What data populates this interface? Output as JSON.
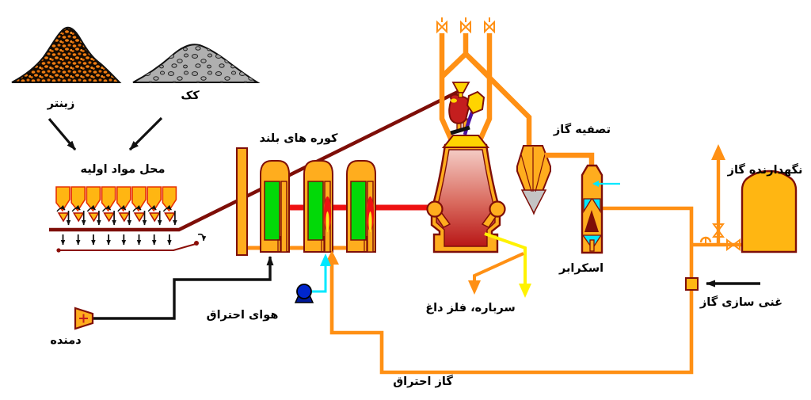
{
  "labels": {
    "sinter": "زینتر",
    "coke": "کک",
    "raw_materials": "محل مواد اولیه",
    "blast_furnaces": "کوره های بلند",
    "gas_purification": "تصفیه گاز",
    "gas_holder": "نگهدارنده گاز",
    "scrubber": "اسکرابر",
    "combustion_air": "هوای احتراق",
    "blower": "دمنده",
    "slag_hot_metal": "سرباره، فلز داغ",
    "gas_enrichment": "غنی سازی گاز",
    "combustion_gas": "گاز احتراق"
  },
  "colors": {
    "pipe_orange": "#FF9014",
    "vessel_orange": "#FFAD1E",
    "bin_orange": "#FFB612",
    "outline_maroon": "#7E0E08",
    "hot_blast_red": "#EE1111",
    "stove_green": "#02D908",
    "flame_yellow": "#FFE81A",
    "water_cyan": "#00E8FF",
    "pump_blue": "#0026CC",
    "flow_yellow": "#FFF200",
    "coke_gray": "#AFAFAF",
    "sinter_orange": "#EF7D12",
    "charge_purple": "#4A12A0"
  }
}
